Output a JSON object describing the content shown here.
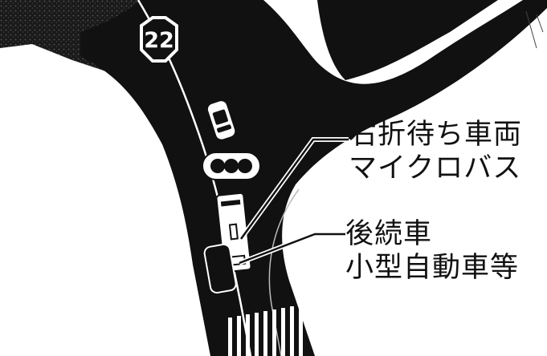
{
  "route_sign": {
    "number": "22"
  },
  "labels": {
    "right_turn_line1": "右折待ち車両",
    "right_turn_line2": "マイクロバス",
    "following_line1": "後続車",
    "following_line2": "小型自動車等"
  },
  "colors": {
    "road": "#111111",
    "background": "#ffffff",
    "marking": "#ffffff"
  }
}
